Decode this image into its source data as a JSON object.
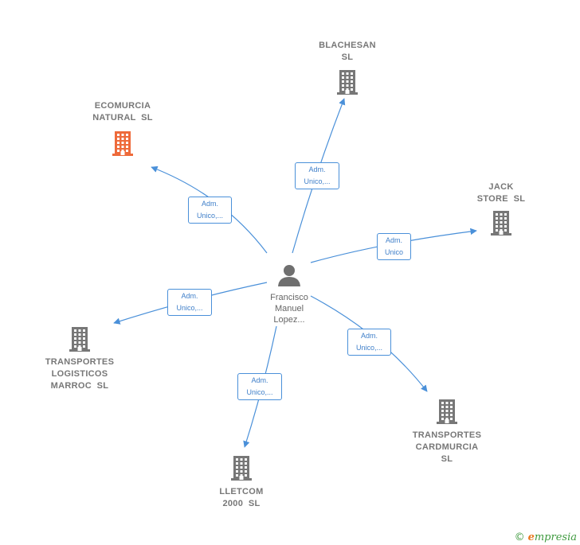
{
  "center": {
    "label_lines": [
      "Francisco",
      "Manuel",
      "Lopez..."
    ],
    "icon": "person-icon"
  },
  "companies": [
    {
      "id": "blachesan",
      "lines": [
        "BLACHESAN",
        "SL"
      ],
      "color": "#777777"
    },
    {
      "id": "ecomurcia",
      "lines": [
        "ECOMURCIA",
        "NATURAL  SL"
      ],
      "color": "#ee6a3a"
    },
    {
      "id": "jack",
      "lines": [
        "JACK",
        "STORE  SL"
      ],
      "color": "#777777"
    },
    {
      "id": "logisticos",
      "lines": [
        "TRANSPORTES",
        "LOGISTICOS",
        "MARROC  SL"
      ],
      "color": "#777777"
    },
    {
      "id": "cardmurcia",
      "lines": [
        "TRANSPORTES",
        "CARDMURCIA",
        "SL"
      ],
      "color": "#777777"
    },
    {
      "id": "lletcom",
      "lines": [
        "LLETCOM",
        "2000  SL"
      ],
      "color": "#777777"
    }
  ],
  "edges": [
    {
      "to": "blachesan",
      "lines": [
        "Adm.",
        "Unico,..."
      ]
    },
    {
      "to": "ecomurcia",
      "lines": [
        "Adm.",
        "Unico,..."
      ]
    },
    {
      "to": "jack",
      "lines": [
        "Adm.",
        "Unico"
      ]
    },
    {
      "to": "logisticos",
      "lines": [
        "Adm.",
        "Unico,..."
      ]
    },
    {
      "to": "cardmurcia",
      "lines": [
        "Adm.",
        "Unico,..."
      ]
    },
    {
      "to": "lletcom",
      "lines": [
        "Adm.",
        "Unico,..."
      ]
    }
  ],
  "colors": {
    "edge": "#4a90d9",
    "building": "#777777",
    "highlight": "#ee6a3a"
  },
  "footer": {
    "copyright": "©",
    "brand_first": "e",
    "brand_rest": "mpresia"
  }
}
